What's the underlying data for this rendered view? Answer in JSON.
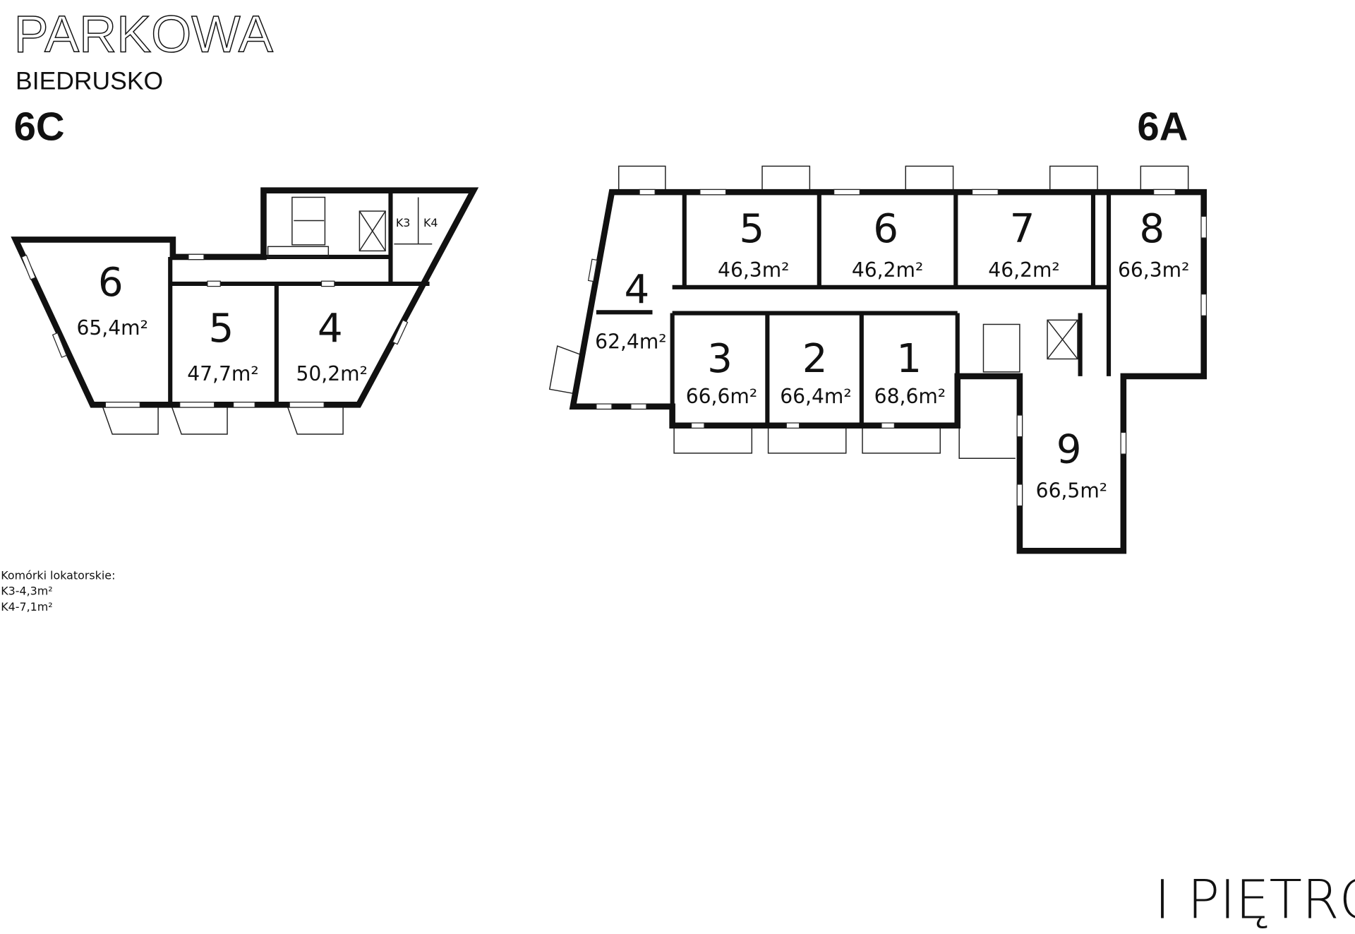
{
  "header": {
    "title": "PARKOWA",
    "subtitle": "BIEDRUSKO",
    "floor_label": "I PIĘTRO"
  },
  "building_6c": {
    "label": "6C",
    "units": [
      {
        "number": "6",
        "area": "65,4m²"
      },
      {
        "number": "5",
        "area": "47,7m²"
      },
      {
        "number": "4",
        "area": "50,2m²"
      }
    ],
    "storage_labels": [
      "K3",
      "K4"
    ]
  },
  "building_6a": {
    "label": "6A",
    "units": [
      {
        "number": "5",
        "area": "46,3m²"
      },
      {
        "number": "6",
        "area": "46,2m²"
      },
      {
        "number": "7",
        "area": "46,2m²"
      },
      {
        "number": "8",
        "area": "66,3m²"
      },
      {
        "number": "4",
        "area": "62,4m²"
      },
      {
        "number": "3",
        "area": "66,6m²"
      },
      {
        "number": "2",
        "area": "66,4m²"
      },
      {
        "number": "1",
        "area": "68,6m²"
      },
      {
        "number": "9",
        "area": "66,5m²"
      }
    ]
  },
  "legend": {
    "heading": "Komórki lokatorskie:",
    "items": [
      "K3-4,3m²",
      "K4-7,1m²"
    ]
  }
}
